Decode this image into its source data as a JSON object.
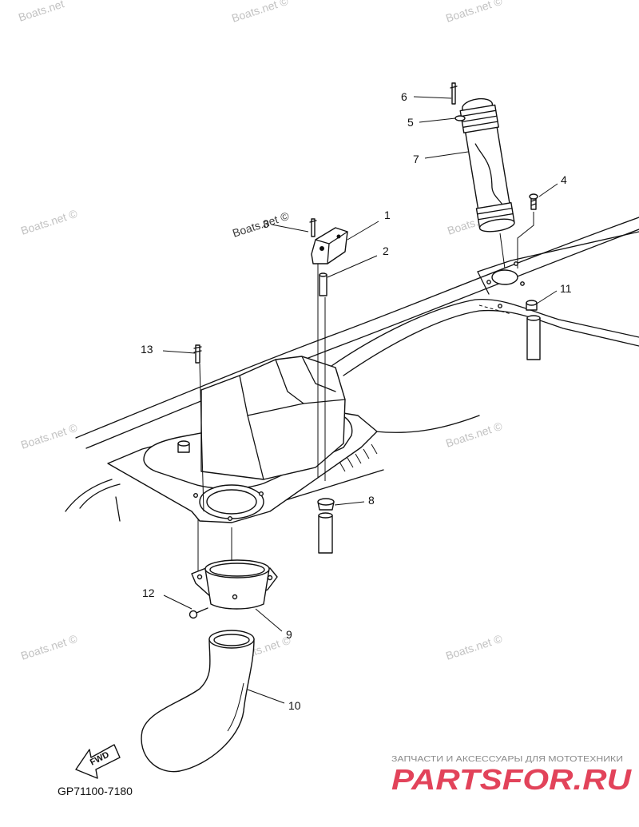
{
  "diagram": {
    "code": "GP71100-7180",
    "fwd": "FWD",
    "callouts": [
      "1",
      "2",
      "3",
      "4",
      "5",
      "6",
      "7",
      "8",
      "9",
      "10",
      "11",
      "12",
      "13"
    ]
  },
  "watermark": {
    "text": "Boats.net ©",
    "partial": "Boats.net"
  },
  "branding": {
    "tagline": "ЗАПЧАСТИ И АКСЕССУАРЫ ДЛЯ МОТОТЕХНИКИ",
    "logo": "PARTSFOR.RU",
    "logo_color": "#e2435a"
  }
}
